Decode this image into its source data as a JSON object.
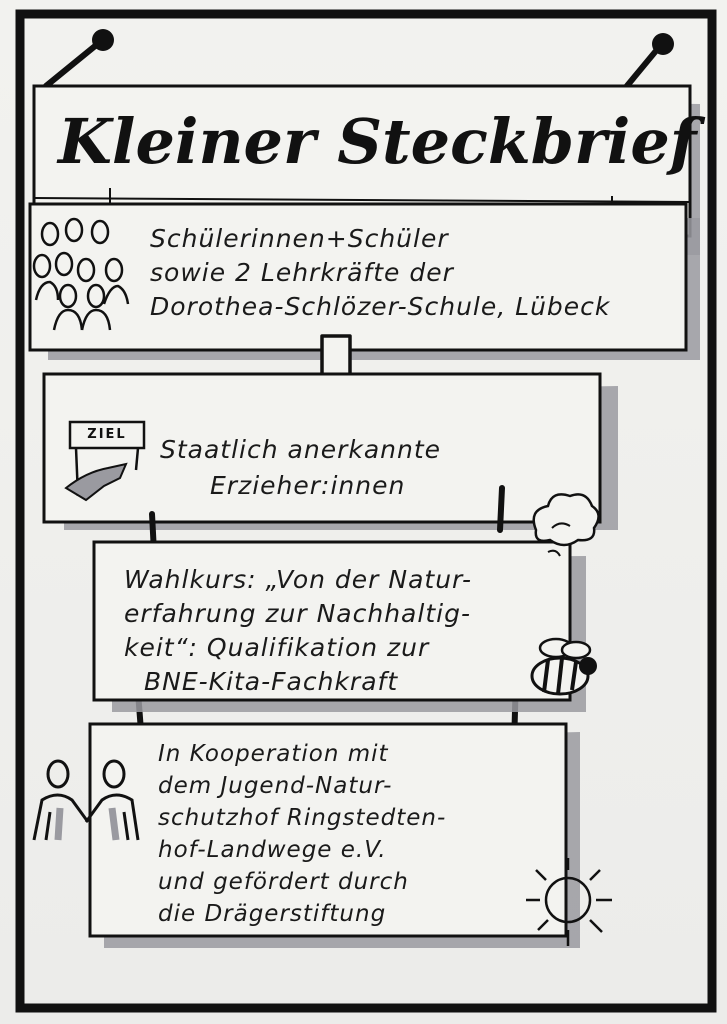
{
  "title": "Kleiner Steckbrief",
  "box1": {
    "lines": [
      "Schülerinnen+Schüler",
      "sowie 2 Lehrkräfte der",
      "Dorothea-Schlözer-Schule, Lübeck"
    ]
  },
  "sign_text": "ZIEL",
  "box2": {
    "lines": [
      "Staatlich anerkannte",
      "Erzieher:innen"
    ]
  },
  "box3": {
    "lines": [
      "Wahlkurs: „Von der Natur-",
      "erfahrung zur Nachhaltig-",
      "keit“: Qualifikation zur",
      "BNE-Kita-Fachkraft"
    ]
  },
  "box4": {
    "lines": [
      "In Kooperation mit",
      "dem Jugend-Natur-",
      "schutzhof Ringstedten-",
      "hof-Landwege e.V.",
      "und gefördert durch",
      "die Drägerstiftung"
    ]
  },
  "icons": [
    "pin-icon",
    "people-group-icon",
    "arrow-down-icon",
    "goal-sign-icon",
    "cloud-icon",
    "bee-icon",
    "handshake-people-icon",
    "sun-icon"
  ],
  "colors": {
    "ink": "#111111",
    "shadow": "#9a9aa0",
    "paper": "#f0f0ed"
  }
}
